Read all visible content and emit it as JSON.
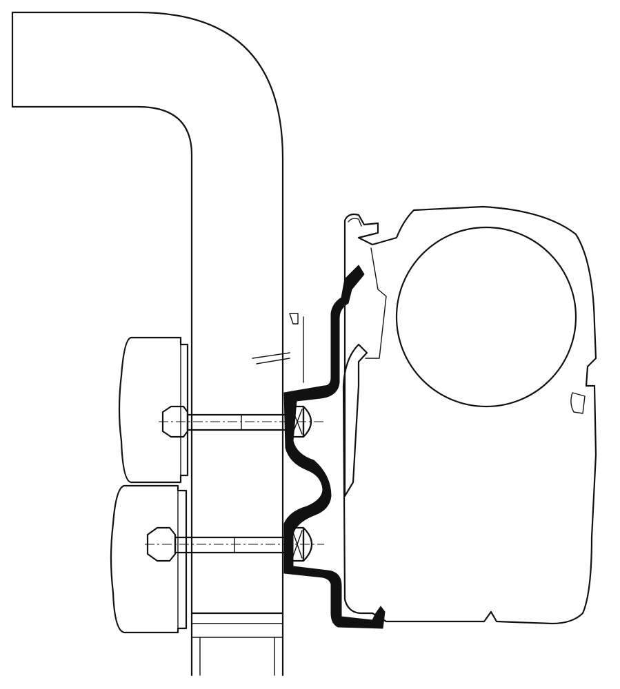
{
  "figure": {
    "kind": "technical cross-section drawing",
    "text_labels": [],
    "colors": {
      "line": "#111111",
      "background": "#ffffff",
      "fill": "#ffffff"
    },
    "components": [
      "vehicle-wall-section",
      "awning-adapter-rail",
      "awning-cassette-housing",
      "awning-roller-tube",
      "mounting-bolt-upper",
      "mounting-bolt-lower",
      "interior-trim-upper",
      "interior-trim-lower"
    ]
  }
}
